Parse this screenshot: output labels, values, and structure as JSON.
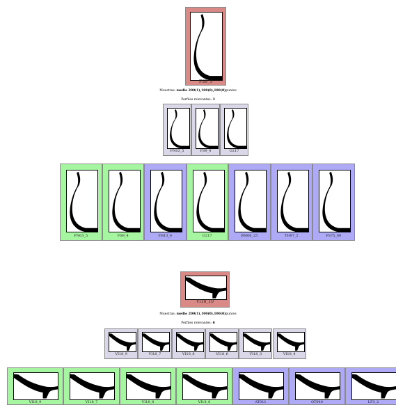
{
  "colors": {
    "query_bg": "#d98a86",
    "relevant_bg": "#d9d7e8",
    "match_bg": "#a6f5a0",
    "nonmatch_bg": "#aeaaf6"
  },
  "top": {
    "query": {
      "label": "FS9_3",
      "shape": "profile"
    },
    "muestras_prefix": "Muestras:",
    "muestras_value": "medio 200(1),100(0),100(0)",
    "muestras_suffix": "puntos",
    "relevant_prefix": "Perfiles relevantes:",
    "relevant_count": "3",
    "relevant": [
      {
        "label": "FN03_5",
        "shape": "profile"
      },
      {
        "label": "FS9_4",
        "shape": "profile"
      },
      {
        "label": "O217",
        "shape": "profile"
      }
    ],
    "results": [
      {
        "label": "FN03_5",
        "match": true,
        "shape": "profile"
      },
      {
        "label": "FS9_4",
        "match": true,
        "shape": "profile"
      },
      {
        "label": "FH13_4",
        "match": false,
        "shape": "profile"
      },
      {
        "label": "O217",
        "match": true,
        "shape": "profile"
      },
      {
        "label": "BM06_25",
        "match": false,
        "shape": "profile"
      },
      {
        "label": "TH97_2",
        "match": false,
        "shape": "profile"
      },
      {
        "label": "FS75_40",
        "match": false,
        "shape": "profile"
      }
    ]
  },
  "bottom": {
    "query": {
      "label": "VI18_10",
      "shape": "bowl"
    },
    "muestras_prefix": "Muestras:",
    "muestras_value": "medio 200(1),100(0),100(0)",
    "muestras_suffix": "puntos",
    "relevant_prefix": "Perfiles relevantes:",
    "relevant_count": "6",
    "relevant": [
      {
        "label": "VI18_9",
        "shape": "bowl"
      },
      {
        "label": "VI18_7",
        "shape": "bowl"
      },
      {
        "label": "VI18_8",
        "shape": "bowl"
      },
      {
        "label": "VI18_6",
        "shape": "bowl"
      },
      {
        "label": "VI18_3",
        "shape": "bowl"
      },
      {
        "label": "VI18_4",
        "shape": "bowl"
      }
    ],
    "results": [
      {
        "label": "VI18_9",
        "match": true,
        "shape": "bowl"
      },
      {
        "label": "VI18_7",
        "match": true,
        "shape": "bowl"
      },
      {
        "label": "VI18_8",
        "match": true,
        "shape": "bowl"
      },
      {
        "label": "VI18_6",
        "match": true,
        "shape": "bowl"
      },
      {
        "label": "AT011",
        "match": false,
        "shape": "bowl"
      },
      {
        "label": "OT040",
        "match": false,
        "shape": "bowl"
      },
      {
        "label": "LF3_2",
        "match": false,
        "shape": "bowl"
      }
    ]
  }
}
